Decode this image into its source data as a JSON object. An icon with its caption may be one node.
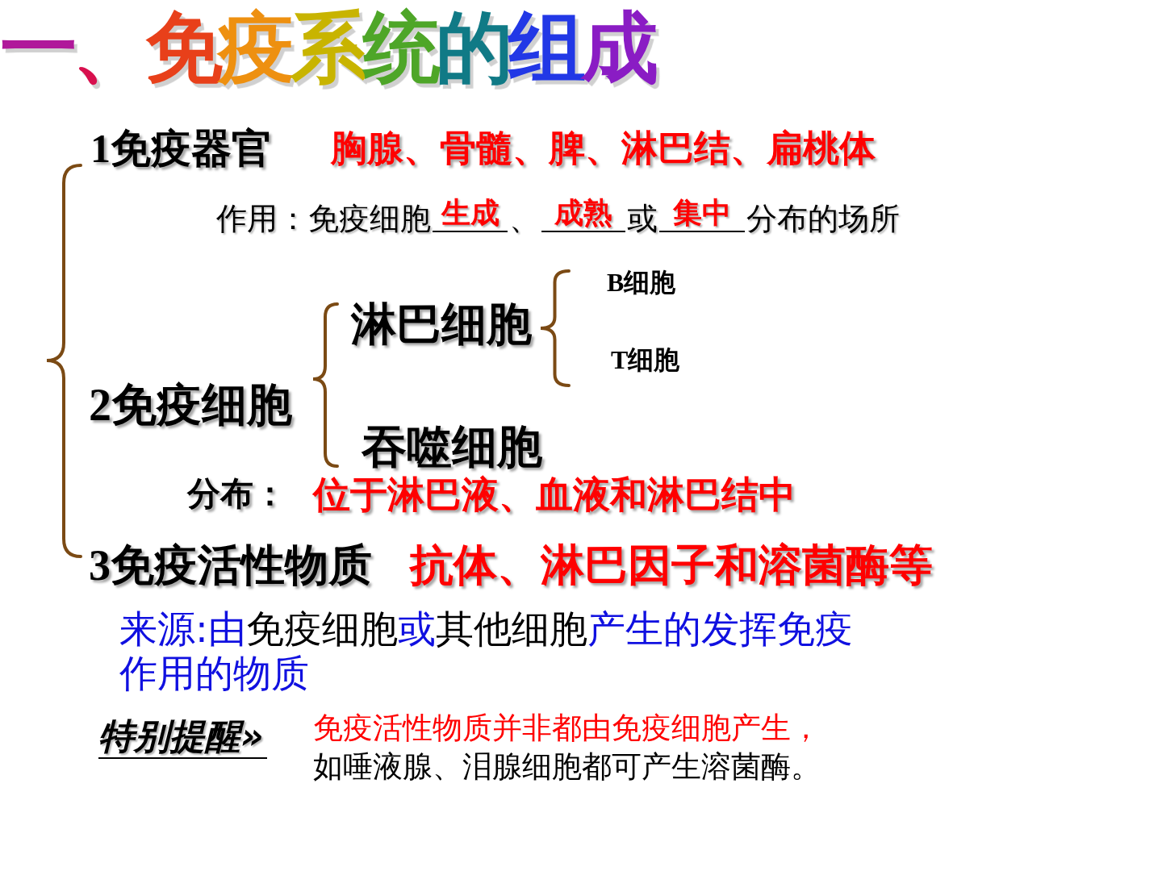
{
  "diagram": {
    "title": "一、免疫系统的组成",
    "labels": [
      "1免疫器官",
      "胸腺、骨髓、脾、淋巴结、扁桃体",
      "作用：免疫细胞",
      "生成",
      "、",
      "成熟",
      "或",
      "集中",
      "分布的场所",
      "B细胞",
      "淋巴细胞",
      "T细胞",
      "2免疫细胞",
      "吞噬细胞",
      "分布：",
      "位于淋巴液、血液和淋巴结中",
      "3免疫活性物质",
      "抗体、淋巴因子和溶菌酶等",
      "来源:由**免疫细胞**或**其他细胞**产生的发挥免疫作用的物质",
      "特别提醒»",
      "免疫活性物质并非都由免疫细胞产生，",
      "如唾液腺、泪腺细胞都可产生溶菌酶。"
    ]
  }
}
